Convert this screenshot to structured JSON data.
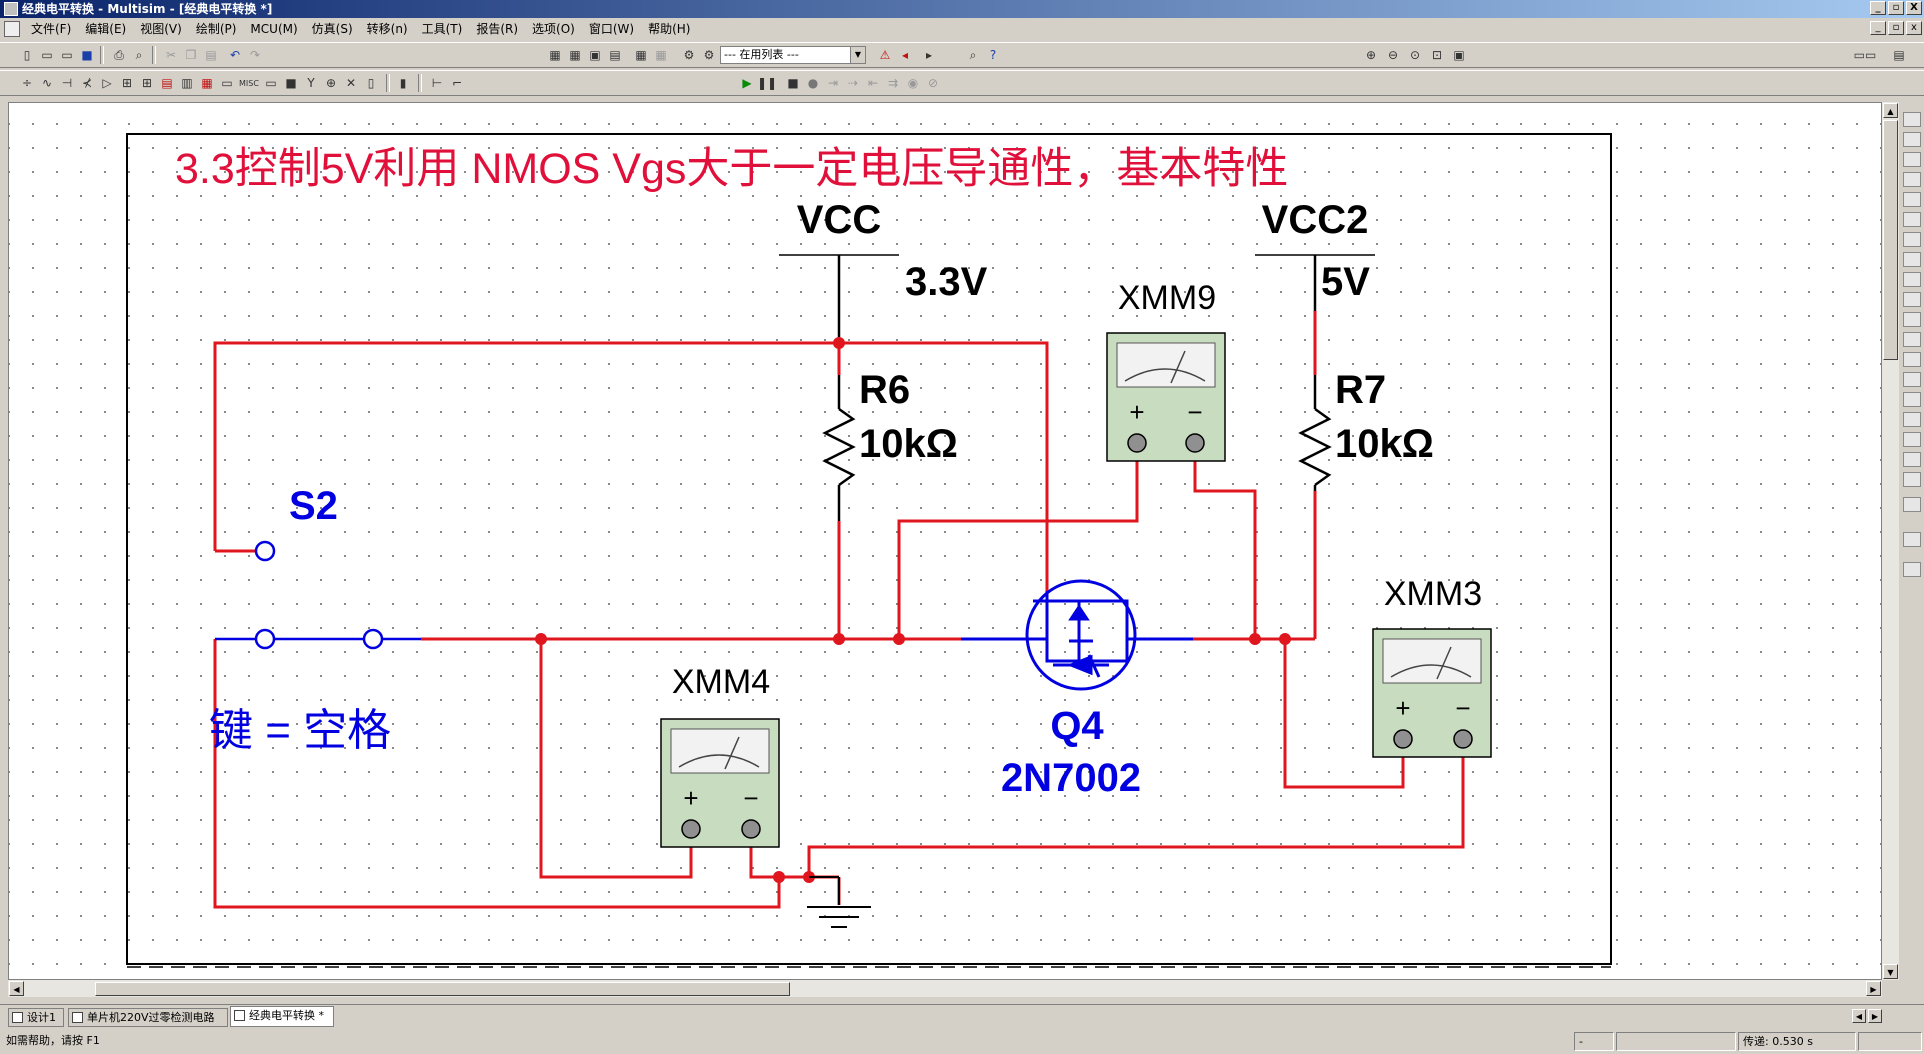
{
  "window": {
    "title": "经典电平转换 - Multisim - [经典电平转换 *]",
    "controls": [
      "_",
      "▫",
      "X"
    ]
  },
  "menu": [
    "文件(F)",
    "编辑(E)",
    "视图(V)",
    "绘制(P)",
    "MCU(M)",
    "仿真(S)",
    "转移(n)",
    "工具(T)",
    "报告(R)",
    "选项(O)",
    "窗口(W)",
    "帮助(H)"
  ],
  "toolbar": {
    "list_combo": "--- 在用列表 ---"
  },
  "schematic": {
    "title": "3.3控制5V利用 NMOS Vgs大于一定电压导通性，基本特性",
    "vcc_label": "VCC",
    "vcc_value": "3.3V",
    "vcc2_label": "VCC2",
    "vcc2_value": "5V",
    "r6_name": "R6",
    "r6_value": "10kΩ",
    "r7_name": "R7",
    "r7_value": "10kΩ",
    "switch_name": "S2",
    "switch_key": "键 = 空格",
    "mosfet_name": "Q4",
    "mosfet_model": "2N7002",
    "meter_xmm9": "XMM9",
    "meter_xmm4": "XMM4",
    "meter_xmm3": "XMM3",
    "meter_plus": "+",
    "meter_minus": "−",
    "colors": {
      "wire": "#e0161e",
      "component": "#0000e0",
      "title": "#e0103a"
    }
  },
  "tabs": [
    "设计1",
    "单片机220V过零检测电路",
    "经典电平转换 *"
  ],
  "status": {
    "help": "如需帮助，请按 F1",
    "dash": "-",
    "sim_time": "传递: 0.530 s"
  }
}
